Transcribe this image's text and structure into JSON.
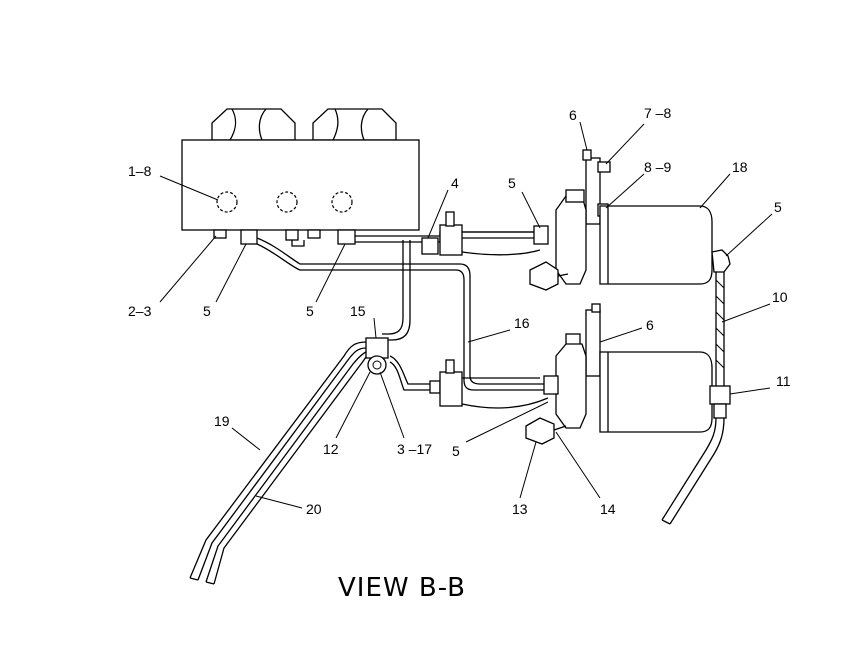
{
  "caption": "VIEW B-B",
  "callouts": [
    {
      "id": "c-1-8",
      "text": "1–8"
    },
    {
      "id": "c-2-3",
      "text": "2–3"
    },
    {
      "id": "c-5a",
      "text": "5"
    },
    {
      "id": "c-5b",
      "text": "5"
    },
    {
      "id": "c-4",
      "text": "4"
    },
    {
      "id": "c-5c",
      "text": "5"
    },
    {
      "id": "c-6a",
      "text": "6"
    },
    {
      "id": "c-7-8",
      "text": "7 –8"
    },
    {
      "id": "c-8-9",
      "text": "8 –9"
    },
    {
      "id": "c-18",
      "text": "18"
    },
    {
      "id": "c-5d",
      "text": "5"
    },
    {
      "id": "c-10",
      "text": "10"
    },
    {
      "id": "c-15",
      "text": "15"
    },
    {
      "id": "c-16",
      "text": "16"
    },
    {
      "id": "c-6b",
      "text": "6"
    },
    {
      "id": "c-11",
      "text": "11"
    },
    {
      "id": "c-19",
      "text": "19"
    },
    {
      "id": "c-12",
      "text": "12"
    },
    {
      "id": "c-3-17",
      "text": "3 –17"
    },
    {
      "id": "c-5e",
      "text": "5"
    },
    {
      "id": "c-13",
      "text": "13"
    },
    {
      "id": "c-14",
      "text": "14"
    },
    {
      "id": "c-20",
      "text": "20"
    }
  ]
}
